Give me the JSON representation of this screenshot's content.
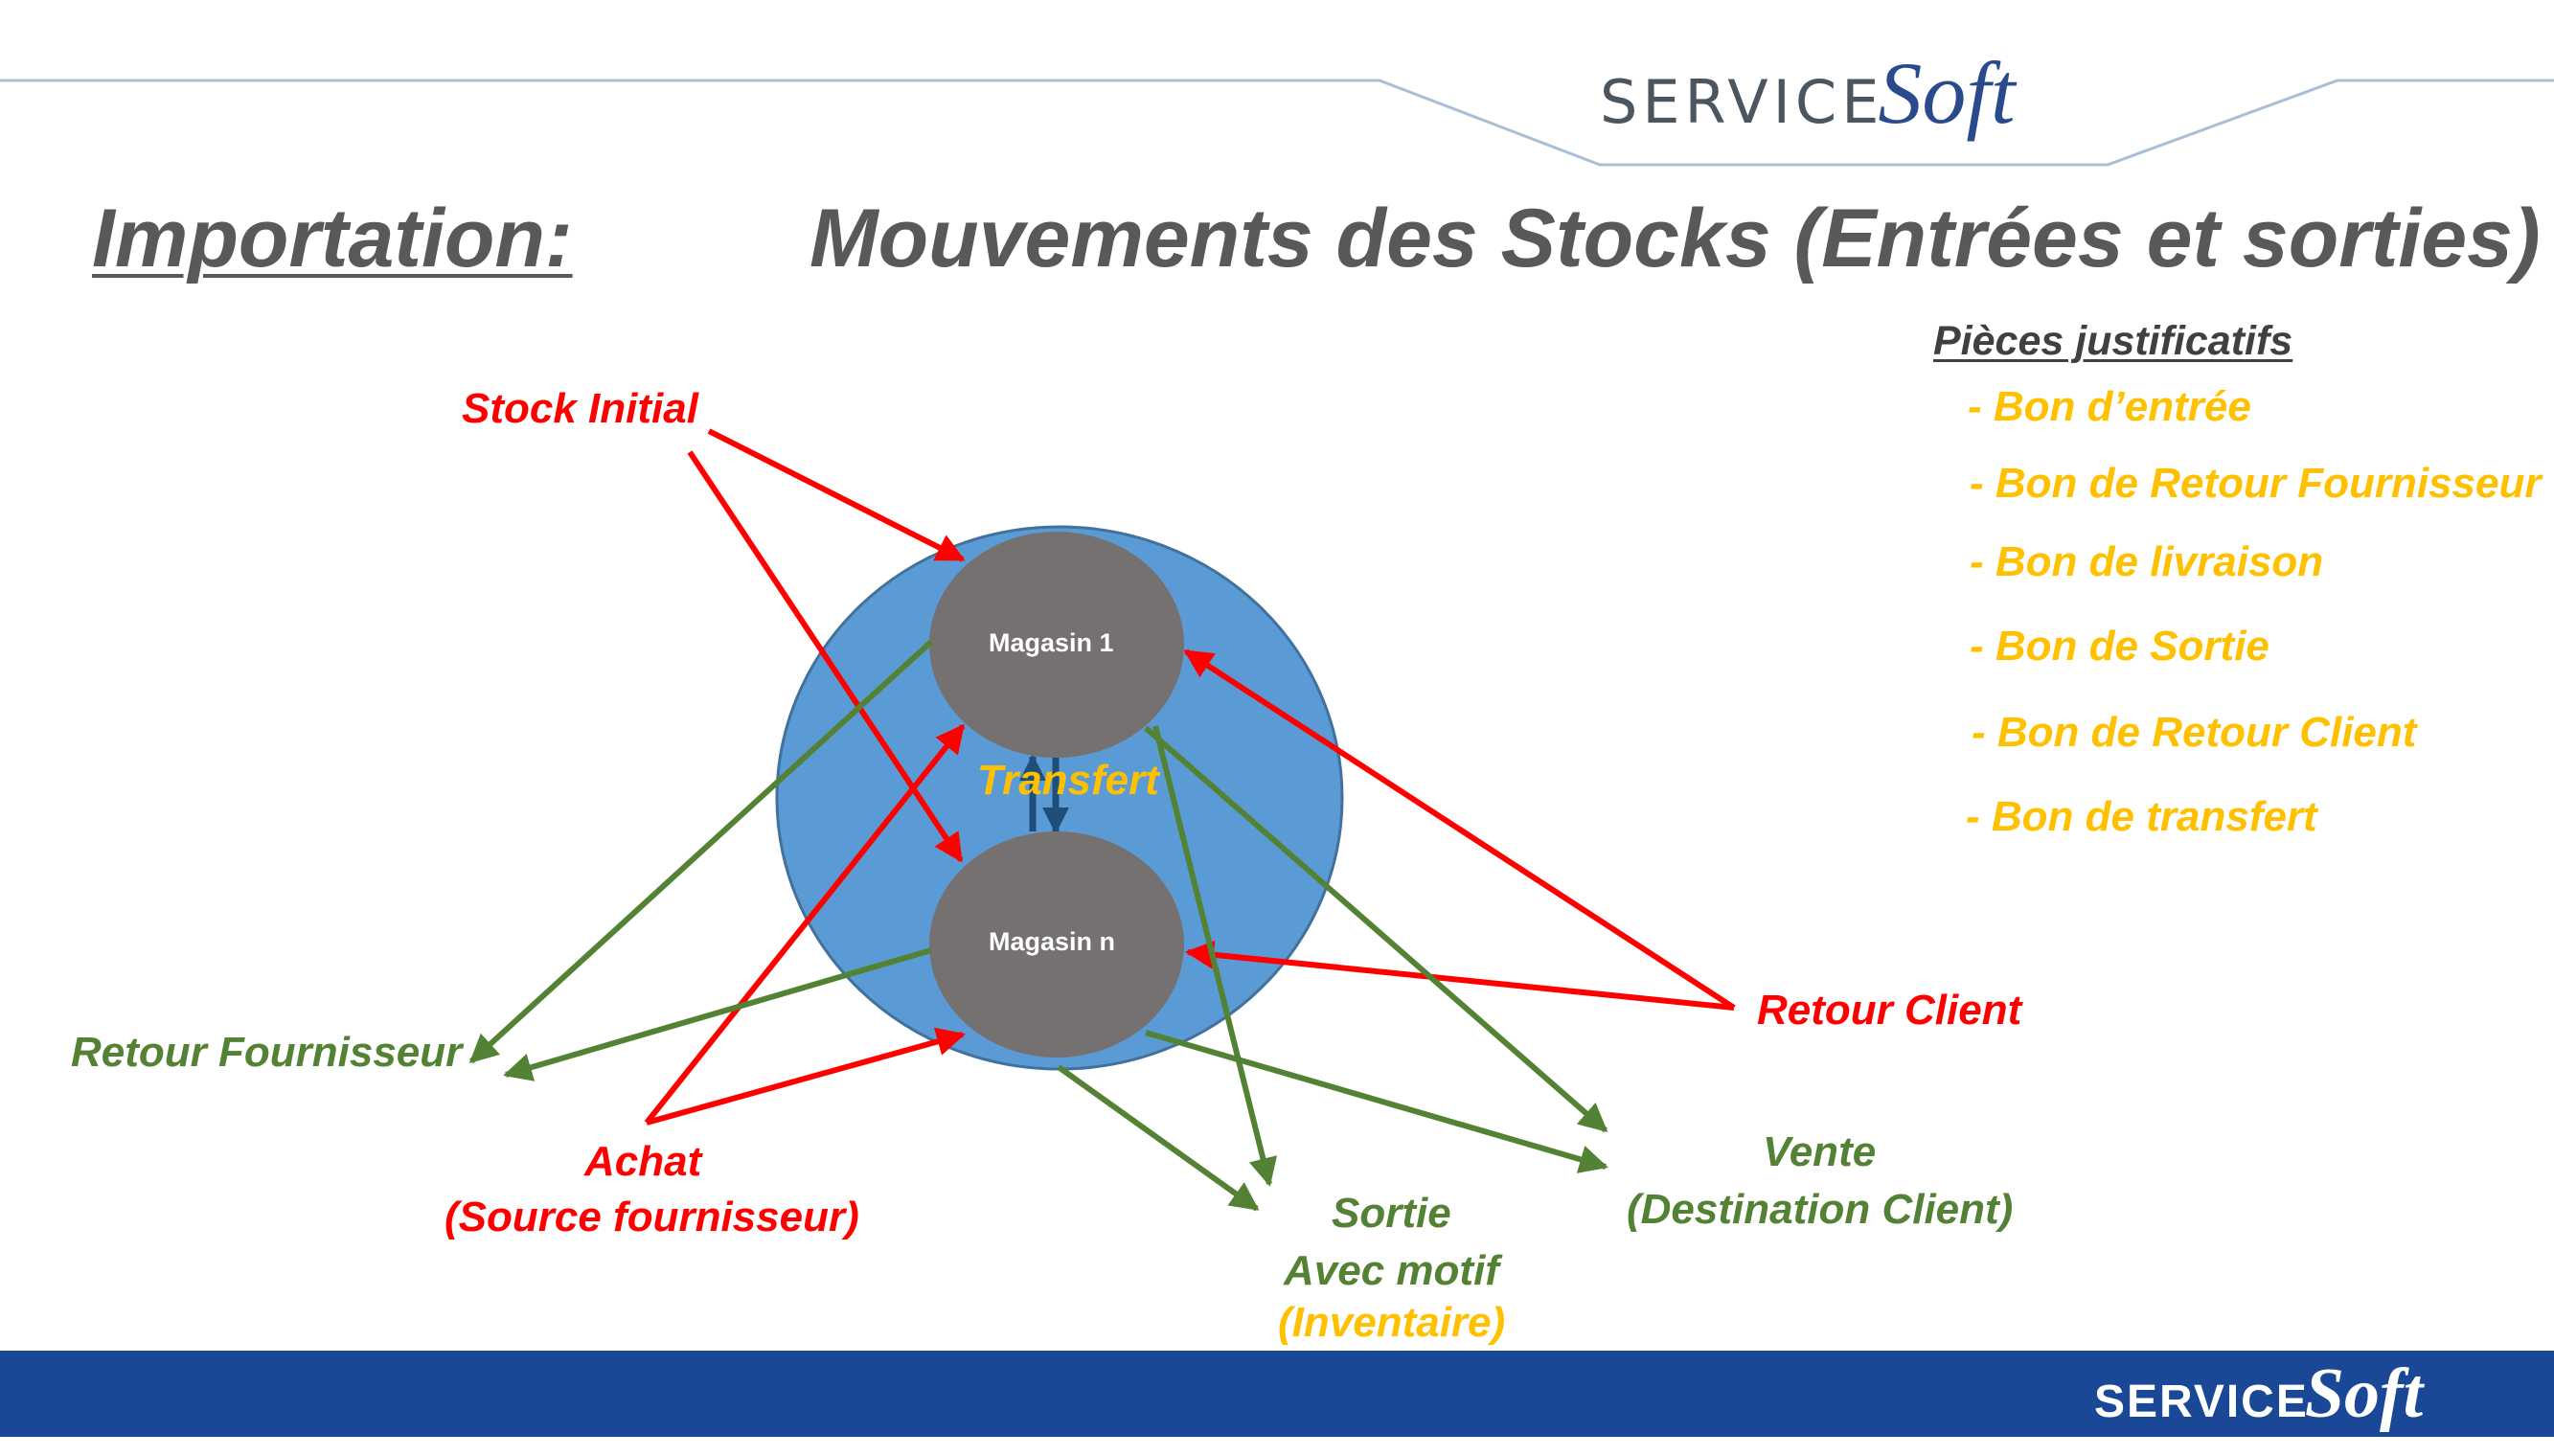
{
  "header": {
    "logo": {
      "service": "SERVICE",
      "soft": "Soft"
    }
  },
  "title": {
    "left": "Importation:",
    "main": "Mouvements des Stocks (Entrées et sorties)"
  },
  "pieces": {
    "heading": "Pièces justificatifs",
    "items": [
      "- Bon d’entrée",
      "- Bon de Retour Fournisseur",
      "- Bon de livraison",
      "- Bon de Sortie",
      "- Bon de Retour Client",
      "- Bon de transfert"
    ]
  },
  "diagram": {
    "magasin1": "Magasin 1",
    "magasinN": "Magasin n",
    "transfert": "Transfert",
    "stock_initial": "Stock Initial",
    "retour_fournisseur": "Retour Fournisseur",
    "achat": "Achat",
    "achat_source": "(Source fournisseur)",
    "sortie": "Sortie",
    "sortie_motif": "Avec motif",
    "sortie_inventaire": "(Inventaire)",
    "vente": "Vente",
    "vente_destination": "(Destination Client)",
    "retour_client": "Retour Client"
  },
  "colors": {
    "entry_arrows": "#ff0000",
    "exit_arrows": "#548235",
    "outer_circle": "#5b9bd5",
    "store_circle": "#767171",
    "footer": "#1a4896"
  },
  "footer": {
    "logo": {
      "service": "SERVICE",
      "soft": "Soft"
    }
  }
}
